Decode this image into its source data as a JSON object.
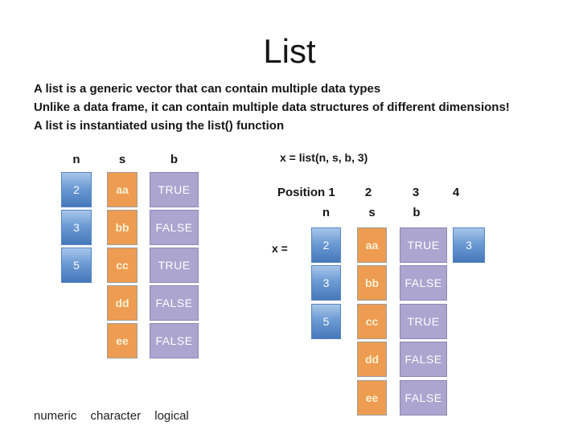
{
  "slide": {
    "title": "List",
    "body_lines": [
      "A list is a generic vector that can contain multiple data types",
      "Unlike a data frame, it can contain multiple data structures of different dimensions!",
      "A list is instantiated using the list() function"
    ]
  },
  "vectors": {
    "headers": {
      "n": "n",
      "s": "s",
      "b": "b"
    },
    "n": [
      "2",
      "3",
      "5"
    ],
    "s": [
      "aa",
      "bb",
      "cc",
      "dd",
      "ee"
    ],
    "b": [
      "TRUE",
      "FALSE",
      "TRUE",
      "FALSE",
      "FALSE"
    ]
  },
  "list_diagram": {
    "code": "x = list(n, s, b, 3)",
    "position_row": {
      "label": "Position 1",
      "num2": "2",
      "num3": "3",
      "num4": "4"
    },
    "headers": {
      "n": "n",
      "s": "s",
      "b": "b"
    },
    "x_label": "x =",
    "n": [
      "2",
      "3",
      "5"
    ],
    "s": [
      "aa",
      "bb",
      "cc",
      "dd",
      "ee"
    ],
    "b": [
      "TRUE",
      "FALSE",
      "TRUE",
      "FALSE",
      "FALSE"
    ],
    "item4": "3"
  },
  "footer_labels": {
    "numeric": "numeric",
    "character": "character",
    "logical": "logical"
  },
  "colors": {
    "numeric_fill_top": "#a7c6e9",
    "numeric_fill_bottom": "#4678ba",
    "numeric_border": "#5585c2",
    "character_fill": "#ee9c51",
    "character_border": "#9c9c9c",
    "character_text": "#f8f1d4",
    "logical_fill": "#aba5cf",
    "logical_border": "#8d87b5",
    "box_text": "#ffffff",
    "background": "#ffffff",
    "text": "#161616"
  }
}
